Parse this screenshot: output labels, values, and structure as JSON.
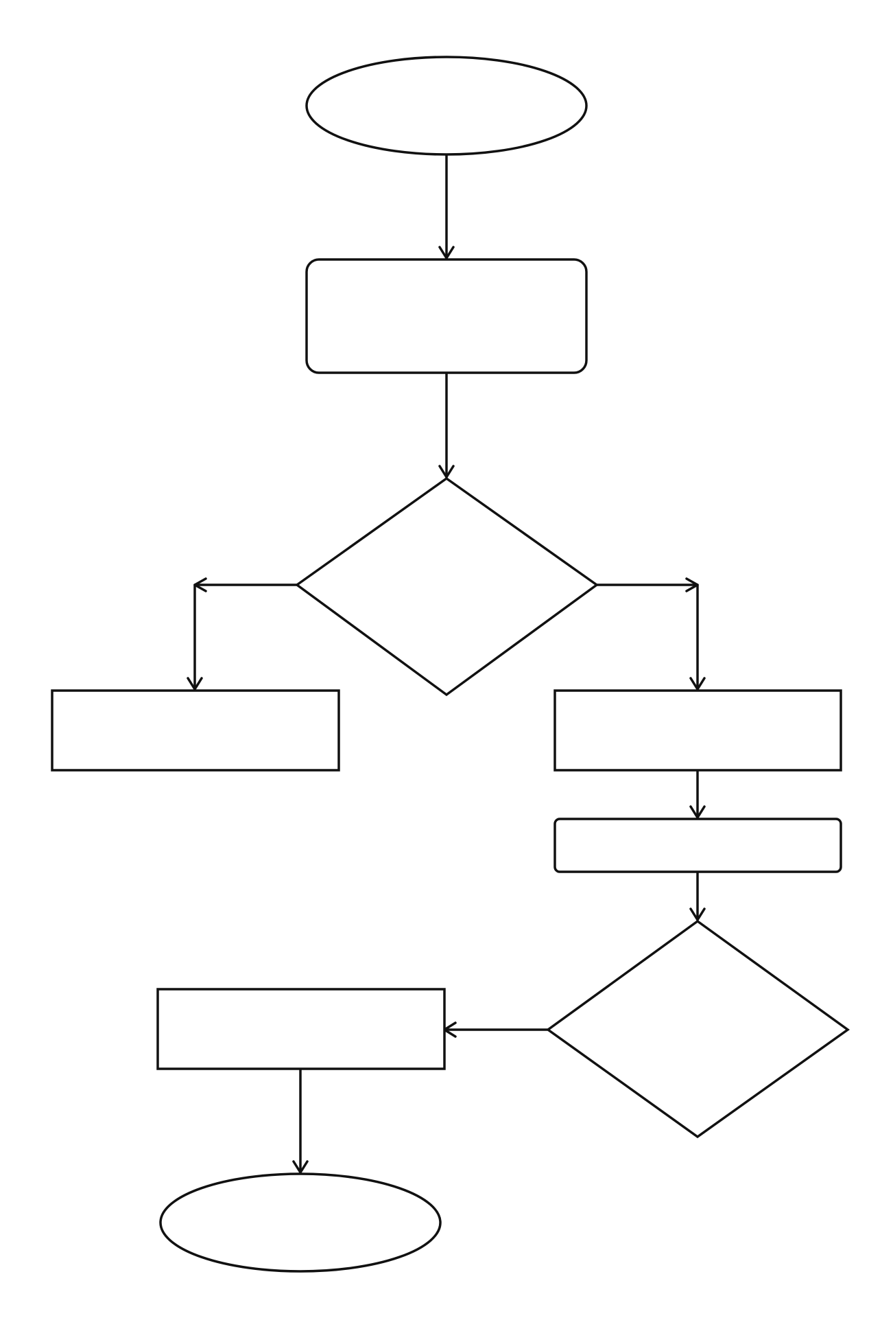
{
  "diagram": {
    "type": "flowchart",
    "background_color": "#ffffff",
    "line_color": "#111111",
    "nodes": [
      {
        "id": "start",
        "shape": "ellipse",
        "text": ""
      },
      {
        "id": "process-1",
        "shape": "rounded-rectangle",
        "text": ""
      },
      {
        "id": "decision-1",
        "shape": "diamond",
        "text": ""
      },
      {
        "id": "process-left",
        "shape": "rectangle",
        "text": ""
      },
      {
        "id": "process-right",
        "shape": "rectangle",
        "text": ""
      },
      {
        "id": "process-2",
        "shape": "rounded-rectangle",
        "text": ""
      },
      {
        "id": "decision-2",
        "shape": "diamond",
        "text": ""
      },
      {
        "id": "process-3",
        "shape": "rectangle",
        "text": ""
      },
      {
        "id": "end",
        "shape": "ellipse",
        "text": ""
      }
    ],
    "edges": [
      {
        "from": "start",
        "to": "process-1"
      },
      {
        "from": "process-1",
        "to": "decision-1"
      },
      {
        "from": "decision-1",
        "to": "process-left"
      },
      {
        "from": "decision-1",
        "to": "process-right"
      },
      {
        "from": "process-right",
        "to": "process-2"
      },
      {
        "from": "process-2",
        "to": "decision-2"
      },
      {
        "from": "decision-2",
        "to": "process-3"
      },
      {
        "from": "process-3",
        "to": "end"
      }
    ]
  }
}
